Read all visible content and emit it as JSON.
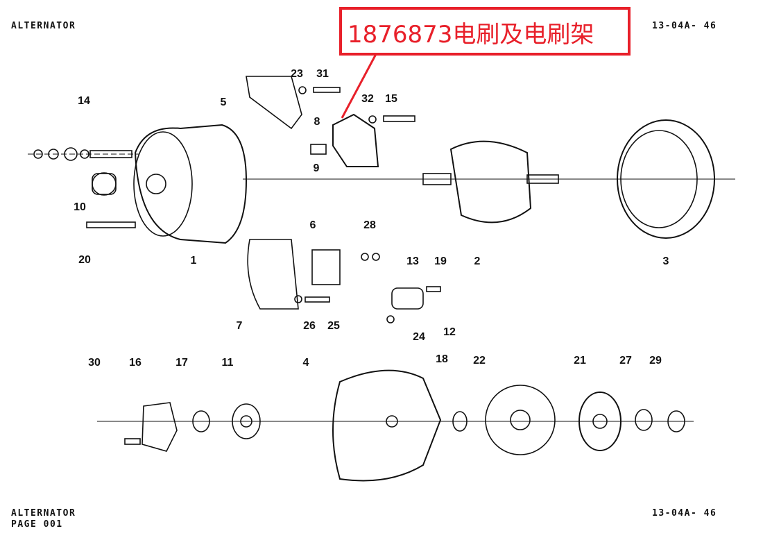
{
  "header": {
    "title": "ALTERNATOR",
    "code": "13-04A- 46"
  },
  "footer": {
    "title": "ALTERNATOR",
    "page": "PAGE 001",
    "code": "13-04A- 46"
  },
  "annotation": {
    "text": "1876873电刷及电刷架",
    "color": "#e8202a"
  },
  "callouts": {
    "c1": "1",
    "c2": "2",
    "c3": "3",
    "c4": "4",
    "c5": "5",
    "c6": "6",
    "c7": "7",
    "c8": "8",
    "c9": "9",
    "c10": "10",
    "c11": "11",
    "c12": "12",
    "c13": "13",
    "c14": "14",
    "c15": "15",
    "c16": "16",
    "c17": "17",
    "c18": "18",
    "c19": "19",
    "c20": "20",
    "c21": "21",
    "c22": "22",
    "c23": "23",
    "c24": "24",
    "c25": "25",
    "c26": "26",
    "c27": "27",
    "c28": "28",
    "c29": "29",
    "c30": "30",
    "c31": "31",
    "c32": "32"
  }
}
